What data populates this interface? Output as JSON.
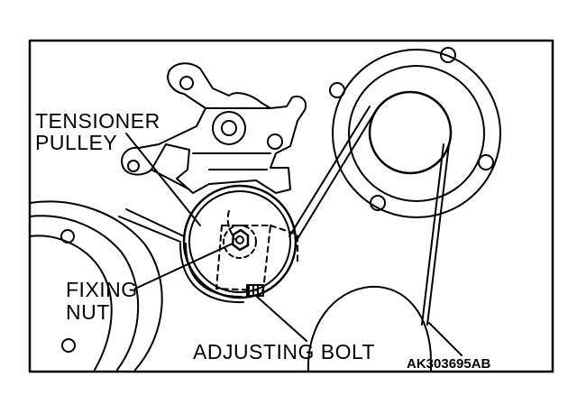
{
  "labels": {
    "tensioner_pulley_line1": "TENSIONER",
    "tensioner_pulley_line2": "PULLEY",
    "fixing_nut_line1": "FIXING",
    "fixing_nut_line2": "NUT",
    "adjusting_bolt": "ADJUSTING BOLT"
  },
  "figure_code": "AK303695AB"
}
